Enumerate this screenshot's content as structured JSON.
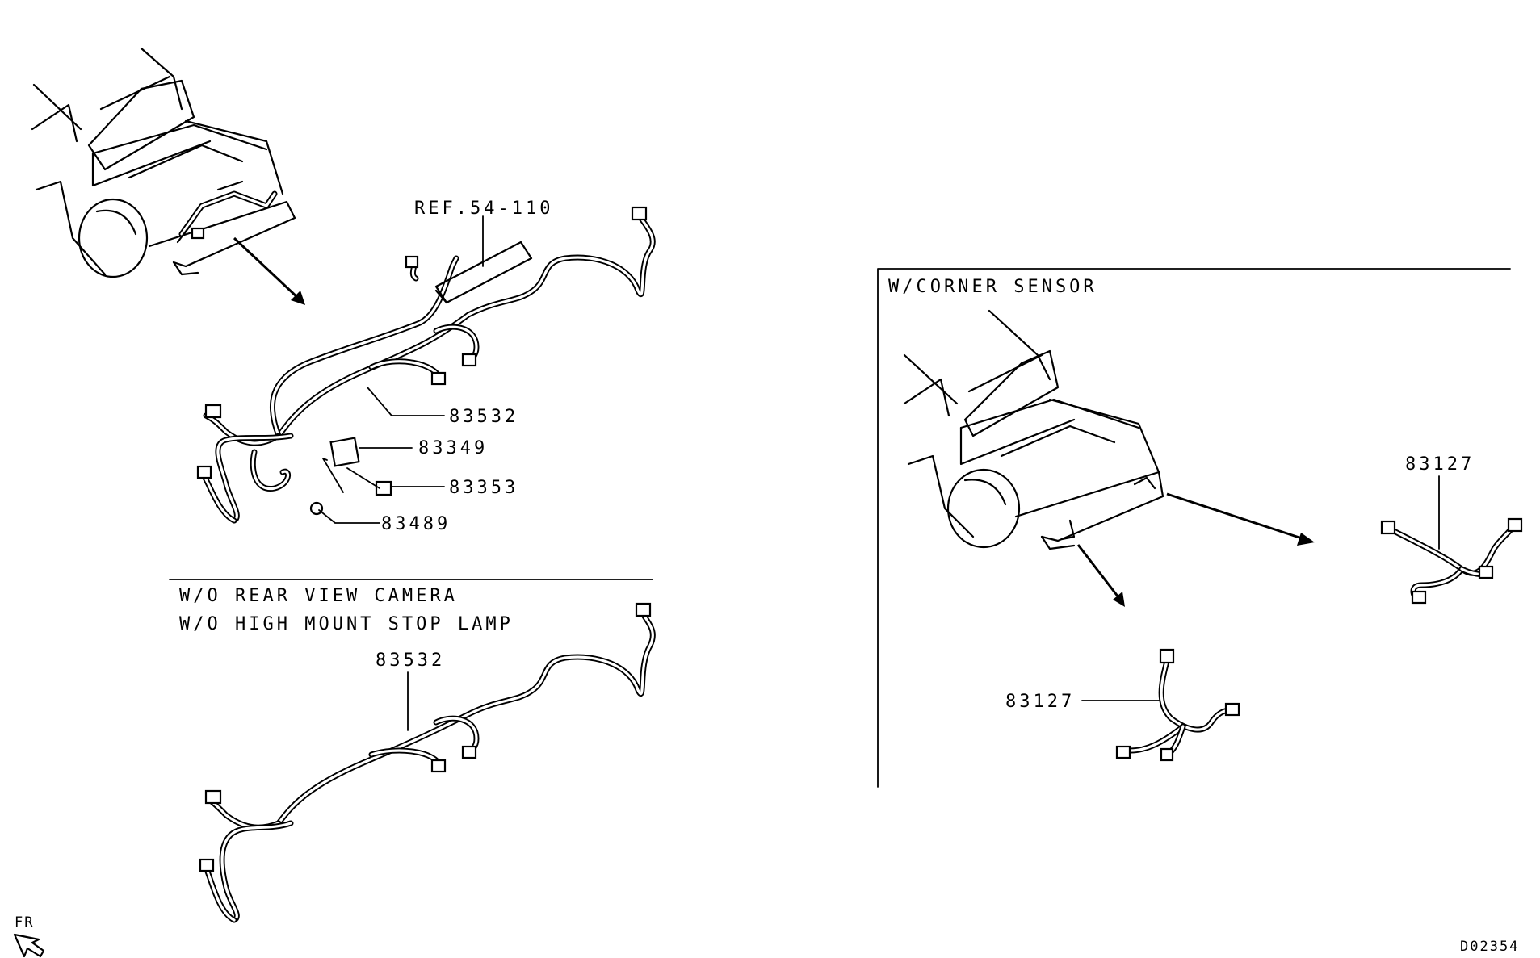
{
  "labels": {
    "ref": "REF.54-110",
    "p83532_top": "83532",
    "p83349": "83349",
    "p83353": "83353",
    "p83489": "83489",
    "wo_camera": "W/O REAR VIEW CAMERA",
    "wo_stoplamp": "W/O HIGH MOUNT STOP LAMP",
    "p83532_bottom": "83532",
    "corner_sensor": "W/CORNER SENSOR",
    "p83127_right": "83127",
    "p83127_left": "83127",
    "fr": "FR",
    "diagram_code": "D02354"
  }
}
